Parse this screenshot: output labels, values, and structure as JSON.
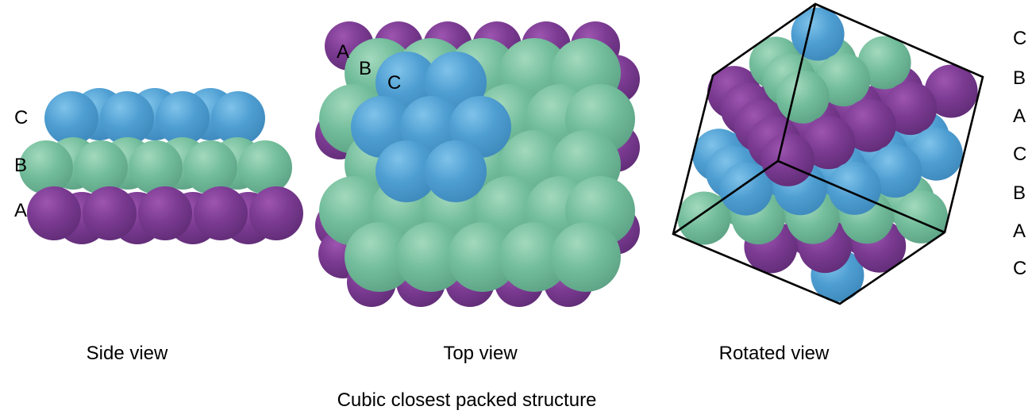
{
  "figure_title": "Cubic closest packed structure",
  "background": "#ffffff",
  "outline_color": "#000000",
  "text_color": "#000000",
  "views": {
    "side": {
      "caption": "Side view",
      "layer_labels": [
        "C",
        "B",
        "A"
      ]
    },
    "top": {
      "caption": "Top view",
      "layer_labels": [
        "A",
        "B",
        "C"
      ]
    },
    "rotated": {
      "caption": "Rotated view",
      "layer_labels": [
        "C",
        "B",
        "A",
        "C",
        "B",
        "A",
        "C"
      ]
    }
  },
  "layers": [
    {
      "label": "A",
      "color_name": "purple",
      "highlight": "#9d55b0",
      "body": "#7a3a91",
      "edge": "#5a2970"
    },
    {
      "label": "B",
      "color_name": "green",
      "highlight": "#a3d9bd",
      "body": "#72bd9b",
      "edge": "#579b7f"
    },
    {
      "label": "C",
      "color_name": "blue",
      "highlight": "#7fc3ea",
      "body": "#4e9ed2",
      "edge": "#3a83b6"
    }
  ]
}
